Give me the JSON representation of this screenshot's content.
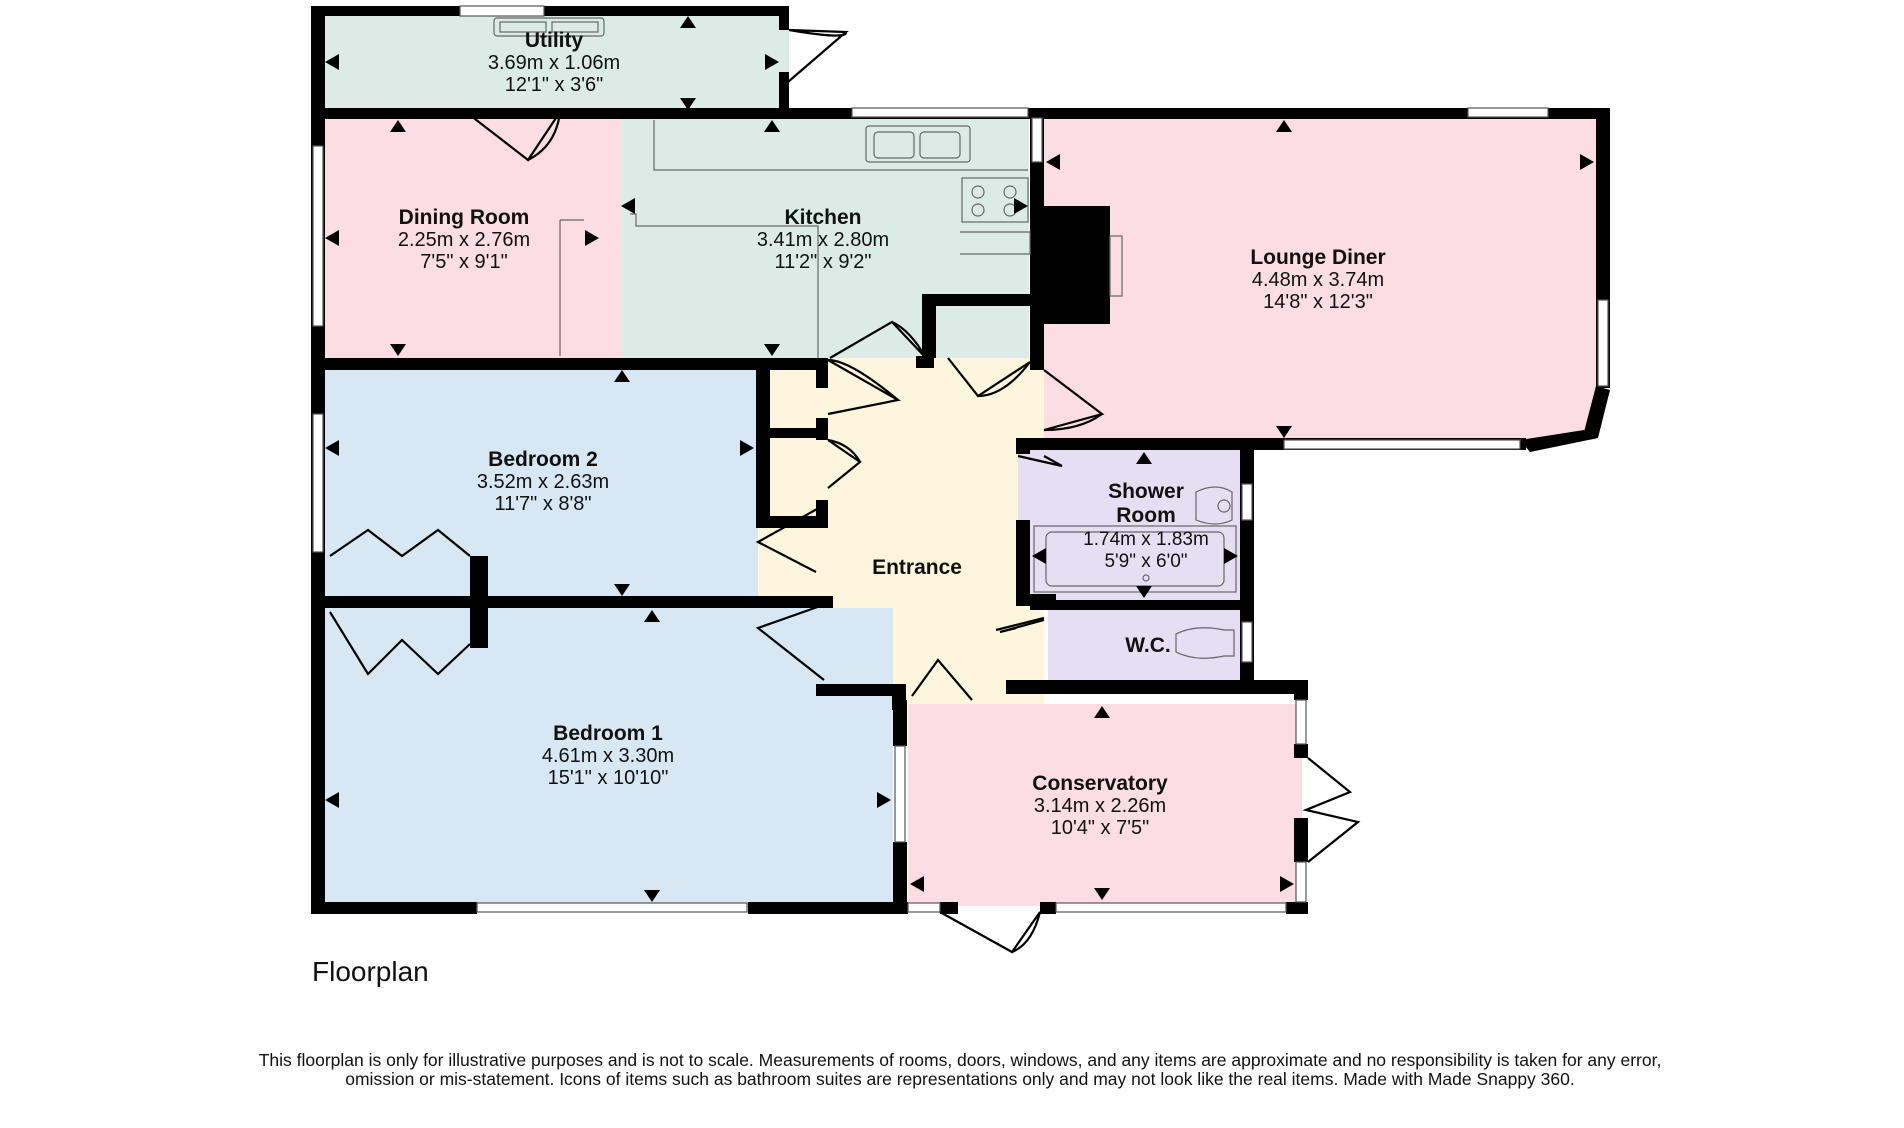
{
  "colors": {
    "utility": "#dcebe6",
    "dining": "#fbdde3",
    "kitchen": "#dcebe6",
    "lounge": "#fbdde3",
    "bedroom": "#d8e7f4",
    "entrance": "#fdf5dc",
    "shower": "#e6def2",
    "conservatory": "#fbdde3",
    "wall": "#000000"
  },
  "rooms": {
    "utility": {
      "name": "Utility",
      "metric": "3.69m x 1.06m",
      "imperial": "12'1\" x 3'6\""
    },
    "dining": {
      "name": "Dining Room",
      "metric": "2.25m x 2.76m",
      "imperial": "7'5\" x 9'1\""
    },
    "kitchen": {
      "name": "Kitchen",
      "metric": "3.41m x 2.80m",
      "imperial": "11'2\" x 9'2\""
    },
    "lounge": {
      "name": "Lounge Diner",
      "metric": "4.48m x 3.74m",
      "imperial": "14'8\" x 12'3\""
    },
    "bedroom2": {
      "name": "Bedroom 2",
      "metric": "3.52m x 2.63m",
      "imperial": "11'7\" x 8'8\""
    },
    "entrance": {
      "name": "Entrance"
    },
    "shower": {
      "name_line1": "Shower",
      "name_line2": "Room",
      "metric": "1.74m x 1.83m",
      "imperial": "5'9\" x 6'0\""
    },
    "wc": {
      "name": "W.C."
    },
    "bedroom1": {
      "name": "Bedroom 1",
      "metric": "4.61m x 3.30m",
      "imperial": "15'1\" x 10'10\""
    },
    "conservatory": {
      "name": "Conservatory",
      "metric": "3.14m x 2.26m",
      "imperial": "10'4\" x 7'5\""
    }
  },
  "plan_title": "Floorplan",
  "disclaimer": "This floorplan is only for illustrative purposes and is not to scale. Measurements of rooms, doors, windows, and any items are approximate and no responsibility is taken for any error, omission or mis-statement. Icons of items such as bathroom suites are representations only and may not look like the real items. Made with Made Snappy 360."
}
